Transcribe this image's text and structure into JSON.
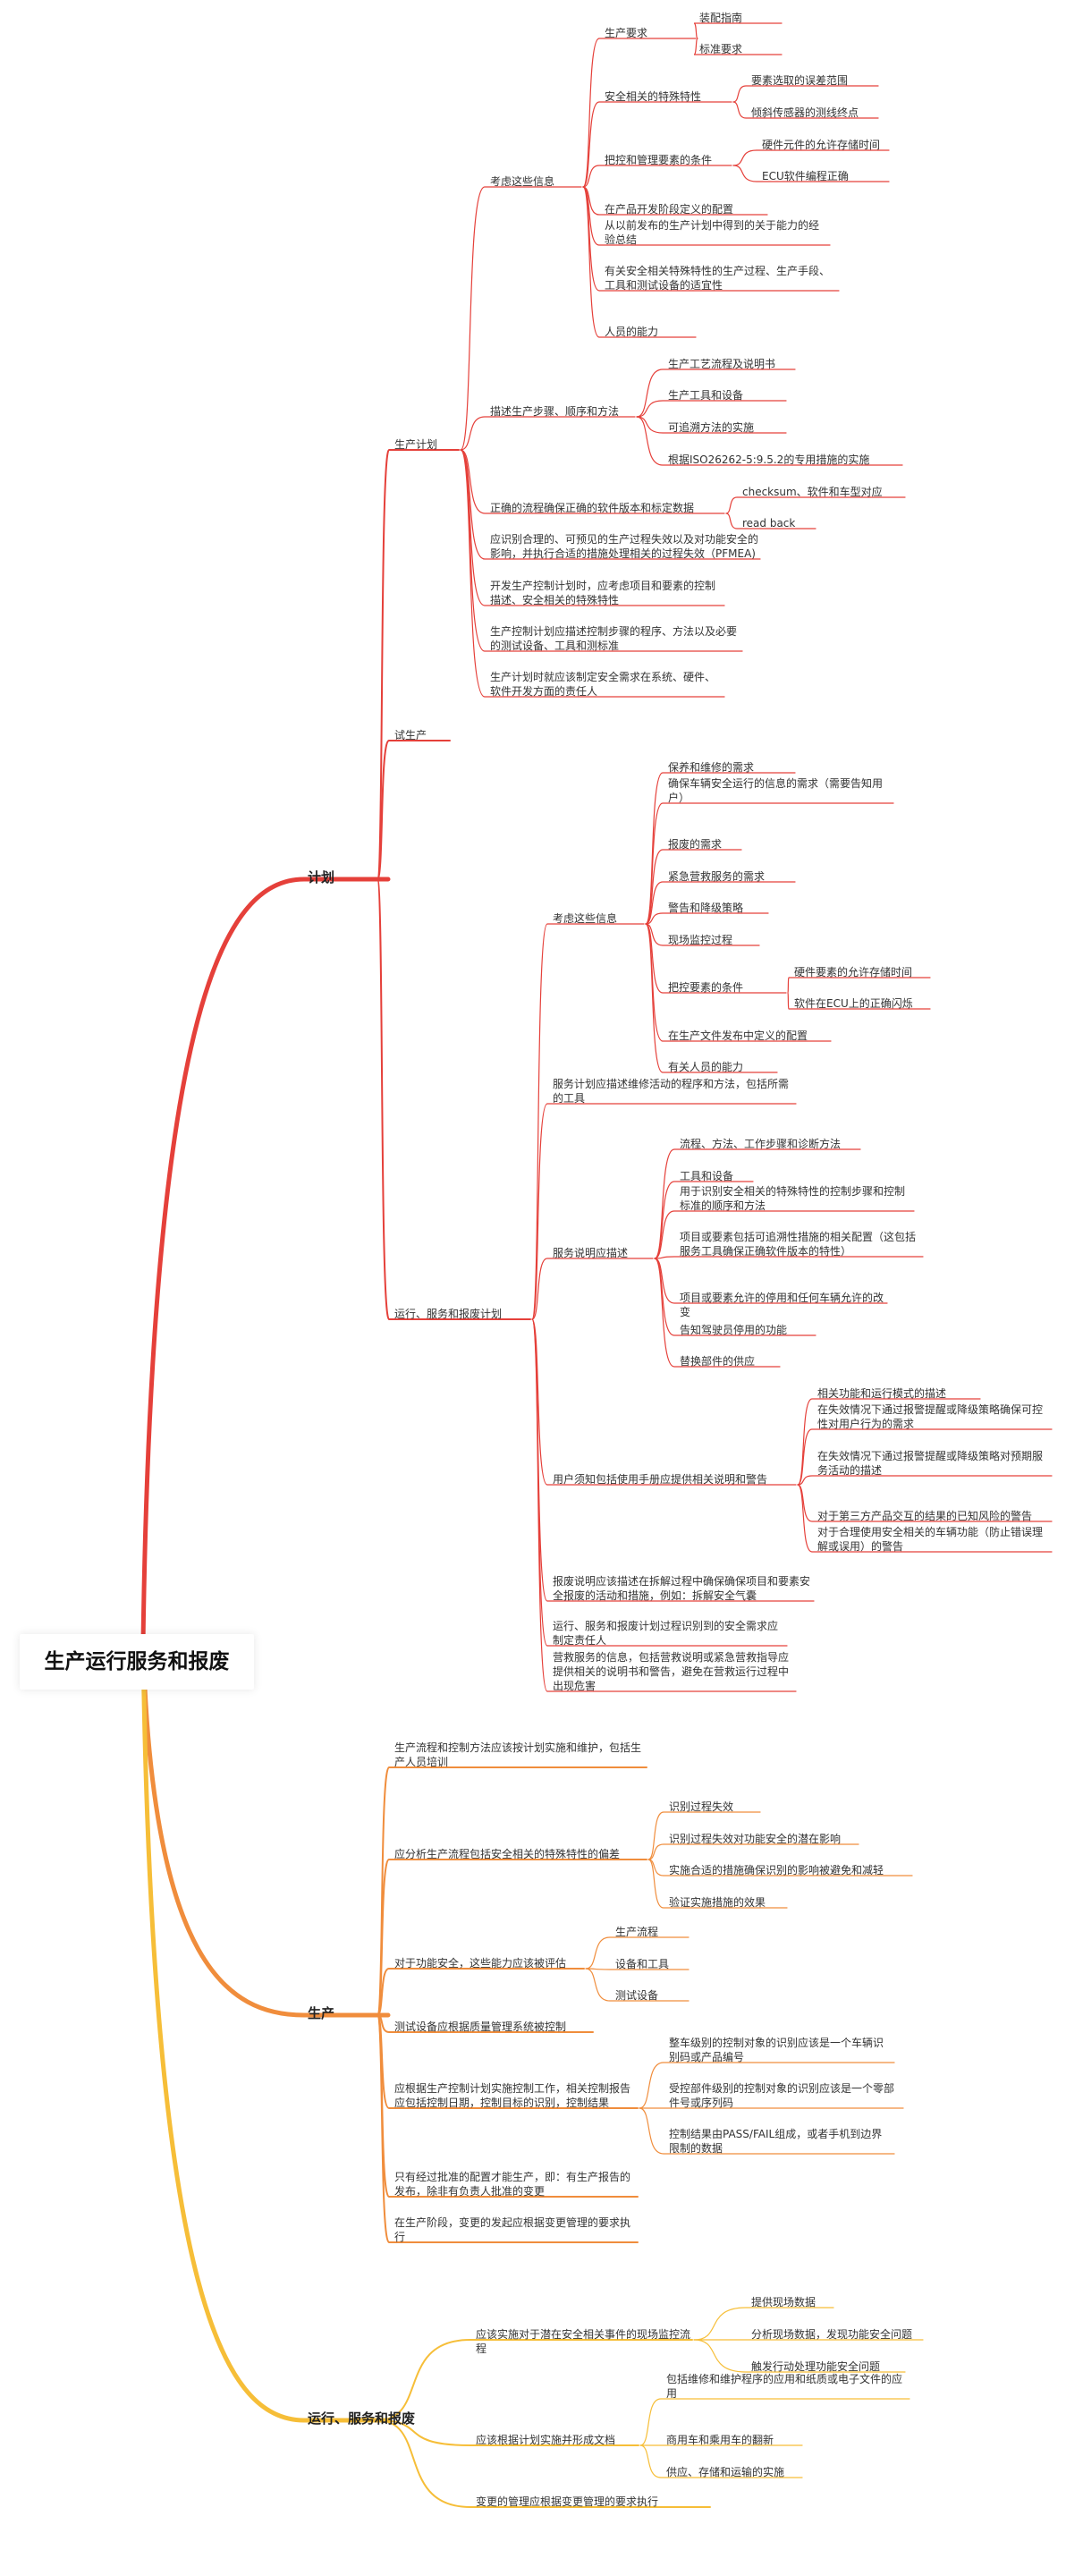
{
  "colors": {
    "red": "#e5403a",
    "orange": "#f08d3c",
    "yellow": "#f6be38"
  },
  "mindmap": {
    "id": "root",
    "text": "生产运行服务和报废",
    "children": [
      {
        "id": "plan",
        "text": "计划",
        "children": [
          {
            "id": "plan-prod",
            "text": "生产计划",
            "children": [
              {
                "id": "consider",
                "text": "考虑这些信息",
                "children": [
                  {
                    "id": "c1",
                    "text": "生产要求",
                    "children": [
                      {
                        "id": "c1a",
                        "text": "装配指南"
                      },
                      {
                        "id": "c1b",
                        "text": "标准要求"
                      }
                    ]
                  },
                  {
                    "id": "c2",
                    "text": "安全相关的特殊特性",
                    "children": [
                      {
                        "id": "c2a",
                        "text": "要素选取的误差范围"
                      },
                      {
                        "id": "c2b",
                        "text": "倾斜传感器的测线终点"
                      }
                    ]
                  },
                  {
                    "id": "c3",
                    "text": "把控和管理要素的条件",
                    "children": [
                      {
                        "id": "c3a",
                        "text": "硬件元件的允许存储时间"
                      },
                      {
                        "id": "c3b",
                        "text": "ECU软件编程正确"
                      }
                    ]
                  },
                  {
                    "id": "c4",
                    "text": "在产品开发阶段定义的配置"
                  },
                  {
                    "id": "c5",
                    "text": "从以前发布的生产计划中得到的关于能力的经验总结"
                  },
                  {
                    "id": "c6",
                    "text": "有关安全相关特殊特性的生产过程、生产手段、工具和测试设备的适宜性"
                  },
                  {
                    "id": "c7",
                    "text": "人员的能力"
                  }
                ]
              },
              {
                "id": "steps",
                "text": "描述生产步骤、顺序和方法",
                "children": [
                  {
                    "id": "s1",
                    "text": "生产工艺流程及说明书"
                  },
                  {
                    "id": "s2",
                    "text": "生产工具和设备"
                  },
                  {
                    "id": "s3",
                    "text": "可追溯方法的实施"
                  },
                  {
                    "id": "s4",
                    "text": "根据ISO26262-5:9.5.2的专用措施的实施"
                  }
                ]
              },
              {
                "id": "flow",
                "text": "正确的流程确保正确的软件版本和标定数据",
                "children": [
                  {
                    "id": "f1",
                    "text": "checksum、软件和车型对应"
                  },
                  {
                    "id": "f2",
                    "text": "read back"
                  }
                ]
              },
              {
                "id": "p4",
                "text": "应识别合理的、可预见的生产过程失效以及对功能安全的影响，并执行合适的措施处理相关的过程失效（PFMEA)"
              },
              {
                "id": "p5",
                "text": "开发生产控制计划时，应考虑项目和要素的控制描述、安全相关的特殊特性"
              },
              {
                "id": "p6",
                "text": "生产控制计划应描述控制步骤的程序、方法以及必要的测试设备、工具和测标准"
              },
              {
                "id": "p7",
                "text": "生产计划时就应该制定安全需求在系统、硬件、软件开发方面的责任人"
              }
            ]
          },
          {
            "id": "trial",
            "text": "试生产"
          },
          {
            "id": "ops",
            "text": "运行、服务和报废计划",
            "children": [
              {
                "id": "oc",
                "text": "考虑这些信息",
                "children": [
                  {
                    "id": "oc1",
                    "text": "保养和维修的需求"
                  },
                  {
                    "id": "oc2",
                    "text": "确保车辆安全运行的信息的需求（需要告知用户）"
                  },
                  {
                    "id": "oc3",
                    "text": "报废的需求"
                  },
                  {
                    "id": "oc4",
                    "text": "紧急营救服务的需求"
                  },
                  {
                    "id": "oc5",
                    "text": "警告和降级策略"
                  },
                  {
                    "id": "oc6",
                    "text": "现场监控过程"
                  },
                  {
                    "id": "oc7",
                    "text": "把控要素的条件",
                    "children": [
                      {
                        "id": "oc7a",
                        "text": "硬件要素的允许存储时间"
                      },
                      {
                        "id": "oc7b",
                        "text": "软件在ECU上的正确闪烁"
                      }
                    ]
                  },
                  {
                    "id": "oc8",
                    "text": "在生产文件发布中定义的配置"
                  },
                  {
                    "id": "oc9",
                    "text": "有关人员的能力"
                  }
                ]
              },
              {
                "id": "o2",
                "text": "服务计划应描述维修活动的程序和方法，包括所需的工具"
              },
              {
                "id": "sd",
                "text": "服务说明应描述",
                "children": [
                  {
                    "id": "sd1",
                    "text": "流程、方法、工作步骤和诊断方法"
                  },
                  {
                    "id": "sd2",
                    "text": "工具和设备"
                  },
                  {
                    "id": "sd3",
                    "text": "用于识别安全相关的特殊特性的控制步骤和控制标准的顺序和方法"
                  },
                  {
                    "id": "sd4",
                    "text": "项目或要素包括可追溯性措施的相关配置（这包括服务工具确保正确软件版本的特性）"
                  },
                  {
                    "id": "sd5",
                    "text": "项目或要素允许的停用和任何车辆允许的改变"
                  },
                  {
                    "id": "sd6",
                    "text": "告知驾驶员停用的功能"
                  },
                  {
                    "id": "sd7",
                    "text": "替换部件的供应"
                  }
                ]
              },
              {
                "id": "um",
                "text": "用户须知包括使用手册应提供相关说明和警告",
                "children": [
                  {
                    "id": "um1",
                    "text": "相关功能和运行模式的描述"
                  },
                  {
                    "id": "um2",
                    "text": "在失效情况下通过报警提醒或降级策略确保可控性对用户行为的需求"
                  },
                  {
                    "id": "um3",
                    "text": "在失效情况下通过报警提醒或降级策略对预期服务活动的描述"
                  },
                  {
                    "id": "um4",
                    "text": "对于第三方产品交互的结果的已知风险的警告"
                  },
                  {
                    "id": "um5",
                    "text": "对于合理使用安全相关的车辆功能（防止错误理解或误用）的警告"
                  }
                ]
              },
              {
                "id": "o5",
                "text": "报废说明应该描述在拆解过程中确保确保项目和要素安全报废的活动和措施，例如：拆解安全气囊"
              },
              {
                "id": "o6",
                "text": "运行、服务和报废计划过程识别到的安全需求应制定责任人"
              },
              {
                "id": "o7",
                "text": "营救服务的信息，包括营救说明或紧急营救指导应提供相关的说明书和警告，避免在营救运行过程中出现危害"
              }
            ]
          }
        ]
      },
      {
        "id": "prod",
        "text": "生产",
        "children": [
          {
            "id": "pr1",
            "text": "生产流程和控制方法应该按计划实施和维护，包括生产人员培训"
          },
          {
            "id": "pr2",
            "text": "应分析生产流程包括安全相关的特殊特性的偏差",
            "children": [
              {
                "id": "pr2a",
                "text": "识别过程失效"
              },
              {
                "id": "pr2b",
                "text": "识别过程失效对功能安全的潜在影响"
              },
              {
                "id": "pr2c",
                "text": "实施合适的措施确保识别的影响被避免和减轻"
              },
              {
                "id": "pr2d",
                "text": "验证实施措施的效果"
              }
            ]
          },
          {
            "id": "pr3",
            "text": "对于功能安全，这些能力应该被评估",
            "children": [
              {
                "id": "pr3a",
                "text": "生产流程"
              },
              {
                "id": "pr3b",
                "text": "设备和工具"
              },
              {
                "id": "pr3c",
                "text": "测试设备"
              }
            ]
          },
          {
            "id": "pr4",
            "text": "测试设备应根据质量管理系统被控制"
          },
          {
            "id": "pr5",
            "text": "应根据生产控制计划实施控制工作，相关控制报告应包括控制日期，控制目标的识别，控制结果",
            "children": [
              {
                "id": "pr5a",
                "text": "整车级别的控制对象的识别应该是一个车辆识别码或产品编号"
              },
              {
                "id": "pr5b",
                "text": "受控部件级别的控制对象的识别应该是一个零部件号或序列码"
              },
              {
                "id": "pr5c",
                "text": "控制结果由PASS/FAIL组成，或者手机到边界限制的数据"
              }
            ]
          },
          {
            "id": "pr6",
            "text": "只有经过批准的配置才能生产，即：有生产报告的发布，除非有负责人批准的变更"
          },
          {
            "id": "pr7",
            "text": "在生产阶段，变更的发起应根据变更管理的要求执行"
          }
        ]
      },
      {
        "id": "run",
        "text": "运行、服务和报废",
        "children": [
          {
            "id": "r1",
            "text": "应该实施对于潜在安全相关事件的现场监控流程",
            "children": [
              {
                "id": "r1a",
                "text": "提供现场数据"
              },
              {
                "id": "r1b",
                "text": "分析现场数据，发现功能安全问题"
              },
              {
                "id": "r1c",
                "text": "触发行动处理功能安全问题"
              }
            ]
          },
          {
            "id": "r2",
            "text": "应该根据计划实施并形成文档",
            "children": [
              {
                "id": "r2a",
                "text": "包括维修和维护程序的应用和纸质或电子文件的应用"
              },
              {
                "id": "r2b",
                "text": "商用车和乘用车的翻新"
              },
              {
                "id": "r2c",
                "text": "供应、存储和运输的实施"
              }
            ]
          },
          {
            "id": "r3",
            "text": "变更的管理应根据变更管理的要求执行"
          }
        ]
      }
    ]
  }
}
